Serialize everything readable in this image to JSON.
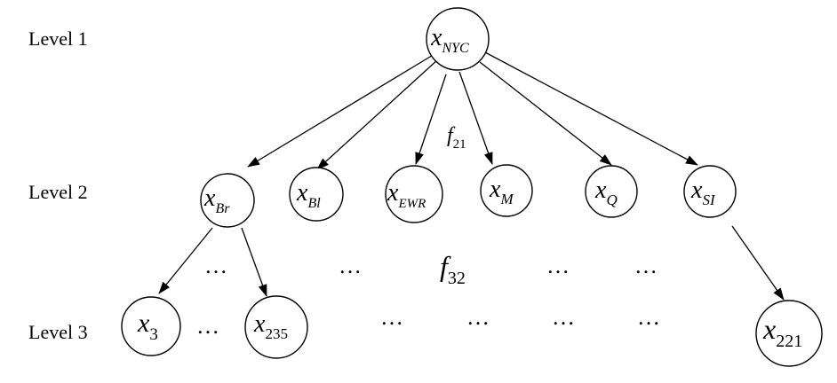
{
  "levels": {
    "level1": "Level 1",
    "level2": "Level 2",
    "level3": "Level 3"
  },
  "nodes": {
    "nyc": {
      "base": "x",
      "sub": "NYC"
    },
    "br": {
      "base": "x",
      "sub": "Br"
    },
    "bl": {
      "base": "x",
      "sub": "Bl"
    },
    "ewr": {
      "base": "x",
      "sub": "EWR"
    },
    "m": {
      "base": "x",
      "sub": "M"
    },
    "q": {
      "base": "x",
      "sub": "Q"
    },
    "si": {
      "base": "x",
      "sub": "SI"
    },
    "n3": {
      "base": "x",
      "sub": "3"
    },
    "n235": {
      "base": "x",
      "sub": "235"
    },
    "n221": {
      "base": "x",
      "sub": "221"
    }
  },
  "factors": {
    "f21": {
      "base": "f",
      "sub": "21"
    },
    "f32": {
      "base": "f",
      "sub": "32"
    }
  },
  "ellipsis": "…",
  "colors": {
    "stroke": "#000000",
    "background": "#ffffff"
  }
}
